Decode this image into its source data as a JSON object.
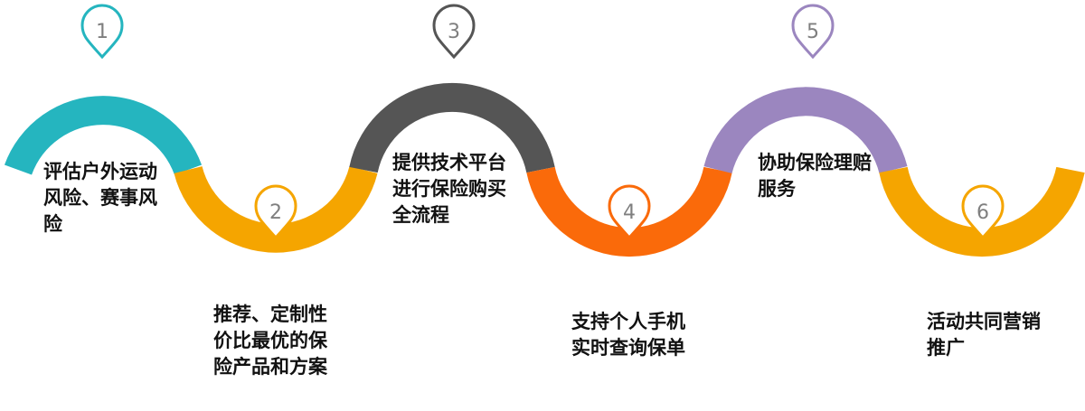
{
  "steps": [
    {
      "number": "1",
      "text": "评估户外运动风险、赛事风险",
      "color": "#25b5bf"
    },
    {
      "number": "2",
      "text": "推荐、定制性价比最优的保险产品和方案",
      "color": "#f5a500"
    },
    {
      "number": "3",
      "text": "提供技术平台进行保险购买全流程",
      "color": "#555555"
    },
    {
      "number": "4",
      "text": "支持个人手机实时查询保单",
      "color": "#fa6a0a"
    },
    {
      "number": "5",
      "text": "协助保险理赔服务",
      "color": "#9b86bf"
    },
    {
      "number": "6",
      "text": "活动共同营销推广",
      "color": "#f5a500"
    }
  ]
}
